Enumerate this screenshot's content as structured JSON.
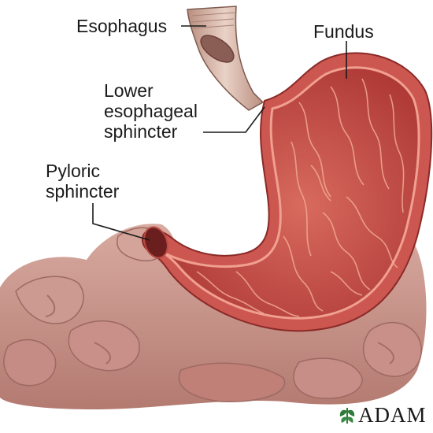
{
  "labels": {
    "esophagus": "Esophagus",
    "fundus": "Fundus",
    "les_line1": "Lower",
    "les_line2": "esophageal",
    "les_line3": "sphincter",
    "pyloric_line1": "Pyloric",
    "pyloric_line2": "sphincter"
  },
  "logo": {
    "text": "ADAM",
    "icon": "leaf-icon"
  },
  "colors": {
    "background": "#ffffff",
    "stomach_wall": "#c84a44",
    "stomach_lining": "#b83c38",
    "lining_highlight": "#e98a78",
    "intestine": "#c9948a",
    "esophagus": "#d9b2a2",
    "leader_line": "#1a1a1a",
    "logo_leaf": "#2e7a3a"
  }
}
